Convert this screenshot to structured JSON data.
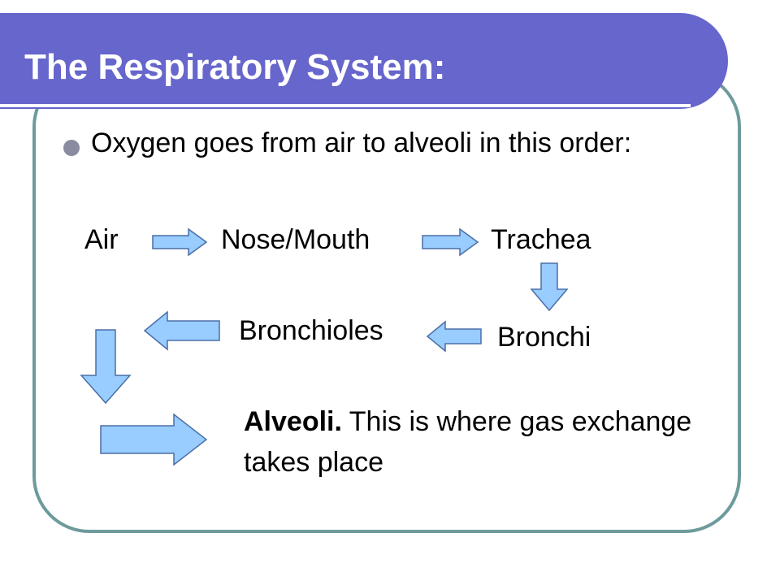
{
  "slide": {
    "title": "The Respiratory System:",
    "bullet": "Oxygen goes from air to alveoli in this order:"
  },
  "flow": {
    "steps": [
      "Air",
      "Nose/Mouth",
      "Trachea",
      "Bronchi",
      "Bronchioles"
    ],
    "final_bold": "Alveoli.",
    "final_text": " This is where gas exchange takes place"
  },
  "colors": {
    "title_bar": "#6666cc",
    "frame_border": "#6d9b9b",
    "arrow_fill": "#99ccff",
    "arrow_stroke": "#4a6fa5",
    "bullet": "#8a8aa0"
  }
}
